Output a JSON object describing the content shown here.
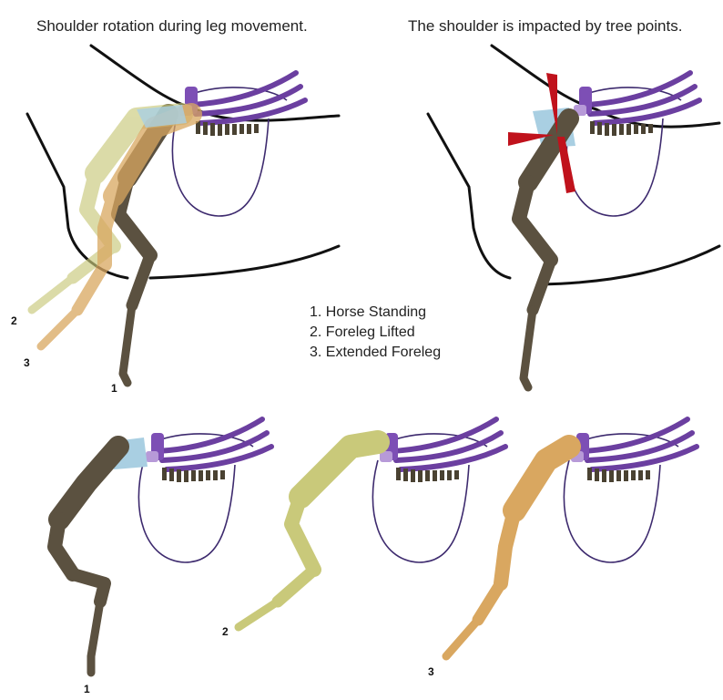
{
  "titles": {
    "left": "Shoulder rotation during leg movement.",
    "right": "The shoulder is impacted by tree points."
  },
  "legend": [
    "1.  Horse Standing",
    "2.  Foreleg Lifted",
    "3.  Extended Foreleg"
  ],
  "labels": {
    "top_leg2": "2",
    "top_leg3": "3",
    "top_leg1": "1",
    "bottom_leg1": "1",
    "bottom_leg2": "2",
    "bottom_leg3": "3"
  },
  "colors": {
    "standing": "#5b5140",
    "lifted": "#c9c97a",
    "extended": "#d9a760",
    "saddle_tree": "#6b3fa0",
    "shoulder_cartilage": "#a9cfe2",
    "impact": "#c0121c"
  }
}
